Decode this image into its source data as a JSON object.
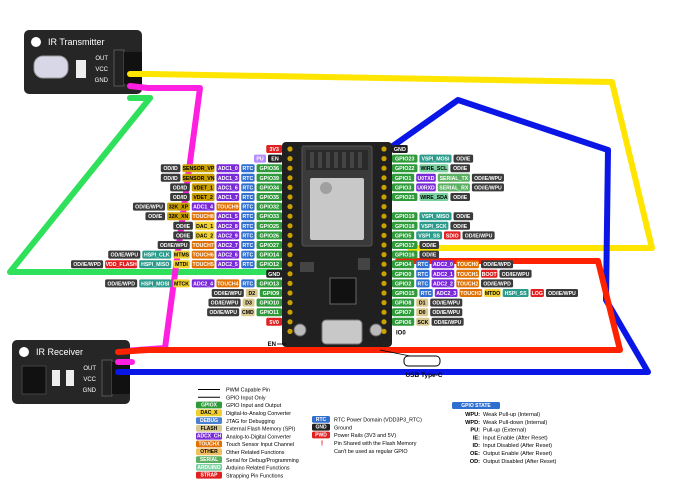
{
  "modules": {
    "transmitter": {
      "title": "IR Transmitter",
      "pins": [
        "OUT",
        "VCC",
        "GND"
      ]
    },
    "receiver": {
      "title": "IR Receiver",
      "pins": [
        "OUT",
        "VCC",
        "GND"
      ]
    }
  },
  "colors": {
    "yellow": "#ffe500",
    "blue": "#0a16e6",
    "green": "#2fe05a",
    "magenta": "#ff1fe0",
    "red": "#ff2200",
    "board": "#202020"
  },
  "left_pins": [
    {
      "gpio": "3V3",
      "kind": "pwr",
      "extras": []
    },
    {
      "gpio": "EN",
      "kind": "gnd",
      "extras": [
        {
          "t": "PU",
          "c": "#b58cff"
        }
      ]
    },
    {
      "gpio": "GPIO36",
      "kind": "gpio",
      "extras": [
        {
          "t": "RTC",
          "c": "#2f6fd0"
        },
        {
          "t": "ADC1_0",
          "c": "#7a2ad8"
        },
        {
          "t": "SENSOR_VP",
          "c": "#c9a000"
        },
        {
          "t": "OD/ID",
          "c": "#3a3a3a"
        }
      ]
    },
    {
      "gpio": "GPIO39",
      "kind": "gpio",
      "extras": [
        {
          "t": "RTC",
          "c": "#2f6fd0"
        },
        {
          "t": "ADC1_3",
          "c": "#7a2ad8"
        },
        {
          "t": "SENSOR_VN",
          "c": "#c9a000"
        },
        {
          "t": "OD/ID",
          "c": "#3a3a3a"
        }
      ]
    },
    {
      "gpio": "GPIO34",
      "kind": "gpio",
      "extras": [
        {
          "t": "RTC",
          "c": "#2f6fd0"
        },
        {
          "t": "ADC1_6",
          "c": "#7a2ad8"
        },
        {
          "t": "VDET_1",
          "c": "#c9a000"
        },
        {
          "t": "OD/ID",
          "c": "#3a3a3a"
        }
      ]
    },
    {
      "gpio": "GPIO35",
      "kind": "gpio",
      "extras": [
        {
          "t": "RTC",
          "c": "#2f6fd0"
        },
        {
          "t": "ADC1_7",
          "c": "#7a2ad8"
        },
        {
          "t": "VDET_2",
          "c": "#c9a000"
        },
        {
          "t": "OD/ID",
          "c": "#3a3a3a"
        }
      ]
    },
    {
      "gpio": "GPIO32",
      "kind": "gpio",
      "extras": [
        {
          "t": "RTC",
          "c": "#2f6fd0"
        },
        {
          "t": "TOUCH9",
          "c": "#e07000"
        },
        {
          "t": "ADC1_4",
          "c": "#7a2ad8"
        },
        {
          "t": "32K_XP",
          "c": "#c9a000"
        },
        {
          "t": "OD/IE/WPU",
          "c": "#3a3a3a"
        }
      ]
    },
    {
      "gpio": "GPIO33",
      "kind": "gpio",
      "extras": [
        {
          "t": "RTC",
          "c": "#2f6fd0"
        },
        {
          "t": "ADC1_5",
          "c": "#7a2ad8"
        },
        {
          "t": "TOUCH8",
          "c": "#e07000"
        },
        {
          "t": "32K_XN",
          "c": "#c9a000"
        },
        {
          "t": "OD/IE",
          "c": "#3a3a3a"
        }
      ]
    },
    {
      "gpio": "GPIO25",
      "kind": "gpio",
      "extras": [
        {
          "t": "RTC",
          "c": "#2f6fd0"
        },
        {
          "t": "ADC2_8",
          "c": "#7a2ad8"
        },
        {
          "t": "DAC_1",
          "c": "#f0d030"
        },
        {
          "t": "OD/IE",
          "c": "#3a3a3a"
        }
      ]
    },
    {
      "gpio": "GPIO26",
      "kind": "gpio",
      "extras": [
        {
          "t": "RTC",
          "c": "#2f6fd0"
        },
        {
          "t": "ADC2_9",
          "c": "#7a2ad8"
        },
        {
          "t": "DAC_2",
          "c": "#f0d030"
        },
        {
          "t": "OD/IE",
          "c": "#3a3a3a"
        }
      ]
    },
    {
      "gpio": "GPIO27",
      "kind": "gpio",
      "extras": [
        {
          "t": "RTC",
          "c": "#2f6fd0"
        },
        {
          "t": "ADC2_7",
          "c": "#7a2ad8"
        },
        {
          "t": "TOUCH7",
          "c": "#e07000"
        },
        {
          "t": "OD/IE/WPU",
          "c": "#3a3a3a"
        }
      ]
    },
    {
      "gpio": "GPIO14",
      "kind": "gpio",
      "extras": [
        {
          "t": "RTC",
          "c": "#2f6fd0"
        },
        {
          "t": "ADC2_6",
          "c": "#7a2ad8"
        },
        {
          "t": "TOUCH6",
          "c": "#e07000"
        },
        {
          "t": "MTMS",
          "c": "#f0d030"
        },
        {
          "t": "HSPI_CLK",
          "c": "#2a9a8a"
        },
        {
          "t": "OD/IE/WPU",
          "c": "#3a3a3a"
        }
      ]
    },
    {
      "gpio": "GPIO12",
      "kind": "gpio",
      "extras": [
        {
          "t": "RTC",
          "c": "#2f6fd0"
        },
        {
          "t": "ADC2_5",
          "c": "#7a2ad8"
        },
        {
          "t": "TOUCH5",
          "c": "#e07000"
        },
        {
          "t": "MTDI",
          "c": "#f0d030"
        },
        {
          "t": "HSPI_MISO",
          "c": "#2a9a8a"
        },
        {
          "t": "VDD_FLASH",
          "c": "#e02020"
        },
        {
          "t": "OD/IE/WPD",
          "c": "#3a3a3a"
        }
      ]
    },
    {
      "gpio": "GND",
      "kind": "gnd",
      "extras": []
    },
    {
      "gpio": "GPIO13",
      "kind": "gpio",
      "extras": [
        {
          "t": "RTC",
          "c": "#2f6fd0"
        },
        {
          "t": "TOUCH4",
          "c": "#e07000"
        },
        {
          "t": "ADC2_4",
          "c": "#7a2ad8"
        },
        {
          "t": "MTCK",
          "c": "#f0d030"
        },
        {
          "t": "HSPI_MOSI",
          "c": "#2a9a8a"
        },
        {
          "t": "OD/IE/WPD",
          "c": "#3a3a3a"
        }
      ]
    },
    {
      "gpio": "GPIO9",
      "kind": "gpio",
      "extras": [
        {
          "t": "D2",
          "c": "#d8c890"
        },
        {
          "t": "OD/IE/WPU",
          "c": "#3a3a3a"
        }
      ]
    },
    {
      "gpio": "GPIO10",
      "kind": "gpio",
      "extras": [
        {
          "t": "D3",
          "c": "#d8c890"
        },
        {
          "t": "OD/IE/WPU",
          "c": "#3a3a3a"
        }
      ]
    },
    {
      "gpio": "GPIO11",
      "kind": "gpio",
      "extras": [
        {
          "t": "CMD",
          "c": "#d8c890"
        },
        {
          "t": "OD/IE/WPU",
          "c": "#3a3a3a"
        }
      ]
    },
    {
      "gpio": "5V0",
      "kind": "pwr",
      "extras": []
    }
  ],
  "right_pins": [
    {
      "gpio": "GND",
      "kind": "gnd",
      "extras": []
    },
    {
      "gpio": "GPIO23",
      "kind": "gpio",
      "extras": [
        {
          "t": "VSPI_MOSI",
          "c": "#2a9a8a"
        },
        {
          "t": "OD/IE",
          "c": "#3a3a3a"
        }
      ]
    },
    {
      "gpio": "GPIO22",
      "kind": "gpio",
      "extras": [
        {
          "t": "WIRE_SCL",
          "c": "#7ad0a0"
        },
        {
          "t": "OD/IE",
          "c": "#3a3a3a"
        }
      ]
    },
    {
      "gpio": "GPIO1",
      "kind": "gpio",
      "extras": [
        {
          "t": "U0TXD",
          "c": "#7a2ad8"
        },
        {
          "t": "SERIAL_TX",
          "c": "#5ab060"
        },
        {
          "t": "OD/IE/WPU",
          "c": "#3a3a3a"
        }
      ]
    },
    {
      "gpio": "GPIO3",
      "kind": "gpio",
      "extras": [
        {
          "t": "U0RXD",
          "c": "#7a2ad8"
        },
        {
          "t": "SERIAL_RX",
          "c": "#5ab060"
        },
        {
          "t": "OD/IE/WPU",
          "c": "#3a3a3a"
        }
      ]
    },
    {
      "gpio": "GPIO21",
      "kind": "gpio",
      "extras": [
        {
          "t": "WIRE_SDA",
          "c": "#7ad0a0"
        },
        {
          "t": "OD/IE",
          "c": "#3a3a3a"
        }
      ]
    },
    {
      "gpio": "",
      "kind": "none",
      "extras": []
    },
    {
      "gpio": "GPIO19",
      "kind": "gpio",
      "extras": [
        {
          "t": "VSPI_MISO",
          "c": "#2a9a8a"
        },
        {
          "t": "OD/IE",
          "c": "#3a3a3a"
        }
      ]
    },
    {
      "gpio": "GPIO18",
      "kind": "gpio",
      "extras": [
        {
          "t": "VSPI_SCK",
          "c": "#2a9a8a"
        },
        {
          "t": "OD/IE",
          "c": "#3a3a3a"
        }
      ]
    },
    {
      "gpio": "GPIO5",
      "kind": "gpio",
      "extras": [
        {
          "t": "VSPI_SS",
          "c": "#2a9a8a"
        },
        {
          "t": "SDIO",
          "c": "#e02020"
        },
        {
          "t": "OD/IE/WPU",
          "c": "#3a3a3a"
        }
      ]
    },
    {
      "gpio": "GPIO17",
      "kind": "gpio",
      "extras": [
        {
          "t": "OD/IE",
          "c": "#3a3a3a"
        }
      ]
    },
    {
      "gpio": "GPIO16",
      "kind": "gpio",
      "extras": [
        {
          "t": "OD/IE",
          "c": "#3a3a3a"
        }
      ]
    },
    {
      "gpio": "GPIO4",
      "kind": "gpio",
      "extras": [
        {
          "t": "RTC",
          "c": "#2f6fd0"
        },
        {
          "t": "ADC2_0",
          "c": "#7a2ad8"
        },
        {
          "t": "TOUCH0",
          "c": "#e07000"
        },
        {
          "t": "OD/IE/WPD",
          "c": "#3a3a3a"
        }
      ]
    },
    {
      "gpio": "GPIO0",
      "kind": "gpio",
      "extras": [
        {
          "t": "RTC",
          "c": "#2f6fd0"
        },
        {
          "t": "ADC2_1",
          "c": "#7a2ad8"
        },
        {
          "t": "TOUCH1",
          "c": "#e07000"
        },
        {
          "t": "BOOT",
          "c": "#e02020"
        },
        {
          "t": "OD/IE/WPU",
          "c": "#3a3a3a"
        }
      ]
    },
    {
      "gpio": "GPIO2",
      "kind": "gpio",
      "extras": [
        {
          "t": "RTC",
          "c": "#2f6fd0"
        },
        {
          "t": "ADC2_2",
          "c": "#7a2ad8"
        },
        {
          "t": "TOUCH2",
          "c": "#e07000"
        },
        {
          "t": "OD/IE/WPD",
          "c": "#3a3a3a"
        }
      ]
    },
    {
      "gpio": "GPIO15",
      "kind": "gpio",
      "extras": [
        {
          "t": "RTC",
          "c": "#2f6fd0"
        },
        {
          "t": "ADC2_3",
          "c": "#7a2ad8"
        },
        {
          "t": "TOUCH3",
          "c": "#e07000"
        },
        {
          "t": "MTDO",
          "c": "#f0d030"
        },
        {
          "t": "HSPI_SS",
          "c": "#2a9a8a"
        },
        {
          "t": "LOG",
          "c": "#e02020"
        },
        {
          "t": "OD/IE/WPU",
          "c": "#3a3a3a"
        }
      ]
    },
    {
      "gpio": "GPIO8",
      "kind": "gpio",
      "extras": [
        {
          "t": "D1",
          "c": "#d8c890"
        },
        {
          "t": "OD/IE/WPU",
          "c": "#3a3a3a"
        }
      ]
    },
    {
      "gpio": "GPIO7",
      "kind": "gpio",
      "extras": [
        {
          "t": "D0",
          "c": "#d8c890"
        },
        {
          "t": "OD/IE/WPU",
          "c": "#3a3a3a"
        }
      ]
    },
    {
      "gpio": "GPIO6",
      "kind": "gpio",
      "extras": [
        {
          "t": "SCK",
          "c": "#d8c890"
        },
        {
          "t": "OD/IE/WPU",
          "c": "#3a3a3a"
        }
      ]
    },
    {
      "gpio": "IO0",
      "kind": "none",
      "extras": []
    }
  ],
  "usb_label": "USB Type-C",
  "legend_left": [
    {
      "key": "",
      "label": "PWM Capable Pin",
      "c": "#ffffff",
      "fg": "#000"
    },
    {
      "key": "",
      "label": "GPIO Input Only",
      "c": "#ffffff",
      "fg": "#000"
    },
    {
      "key": "GPIOX",
      "label": "GPIO Input and Output",
      "c": "#2e9a3a",
      "fg": "#fff"
    },
    {
      "key": "DAC_X",
      "label": "Digital-to-Analog Converter",
      "c": "#f0d030",
      "fg": "#000"
    },
    {
      "key": "DEBUG",
      "label": "JTAG for Debugging",
      "c": "#4a80d0",
      "fg": "#fff"
    },
    {
      "key": "FLASH",
      "label": "External Flash Memory (SPI)",
      "c": "#d8c890",
      "fg": "#000"
    },
    {
      "key": "ADCX_CH",
      "label": "Analog-to-Digital Converter",
      "c": "#7a2ad8",
      "fg": "#fff"
    },
    {
      "key": "TOUCHX",
      "label": "Touch Sensor Input Channel",
      "c": "#e07000",
      "fg": "#fff"
    },
    {
      "key": "OTHER",
      "label": "Other Related Functions",
      "c": "#f0c060",
      "fg": "#000"
    },
    {
      "key": "SERIAL",
      "label": "Serial for Debug/Programming",
      "c": "#5ab060",
      "fg": "#fff"
    },
    {
      "key": "ARDUINO",
      "label": "Arduino Related Functions",
      "c": "#7ad0a0",
      "fg": "#fff"
    },
    {
      "key": "STRAP",
      "label": "Strapping Pin Functions",
      "c": "#e02020",
      "fg": "#fff"
    }
  ],
  "legend_mid": [
    {
      "key": "RTC",
      "label": "RTC Power Domain (VDD3P3_RTC)",
      "c": "#2f6fd0",
      "fg": "#fff"
    },
    {
      "key": "GND",
      "label": "Ground",
      "c": "#202020",
      "fg": "#fff"
    },
    {
      "key": "PWD",
      "label": "Power Rails (3V3 and 5V)",
      "c": "#e02020",
      "fg": "#fff"
    },
    {
      "key": "!",
      "label": "Pin Shared with the Flash Memory",
      "c": "#ffffff",
      "fg": "#e02020"
    },
    {
      "key": "",
      "label": "Can't be used as regular GPIO",
      "c": "#ffffff",
      "fg": "#000"
    }
  ],
  "gpio_state": {
    "title": "GPIO STATE",
    "rows": [
      {
        "k": "WPU:",
        "v": "Weak Pull-up (Internal)"
      },
      {
        "k": "WPD:",
        "v": "Weak Pull-down (Internal)"
      },
      {
        "k": "PU:",
        "v": "Pull-up (External)"
      },
      {
        "k": "IE:",
        "v": "Input Enable (After Reset)"
      },
      {
        "k": "ID:",
        "v": "Input Disabled (After Reset)"
      },
      {
        "k": "OE:",
        "v": "Output Enable (After Reset)"
      },
      {
        "k": "OD:",
        "v": "Output Disabled (After Reset)"
      }
    ]
  },
  "bottom_labels": {
    "en": "EN",
    "io0": "IO0"
  }
}
